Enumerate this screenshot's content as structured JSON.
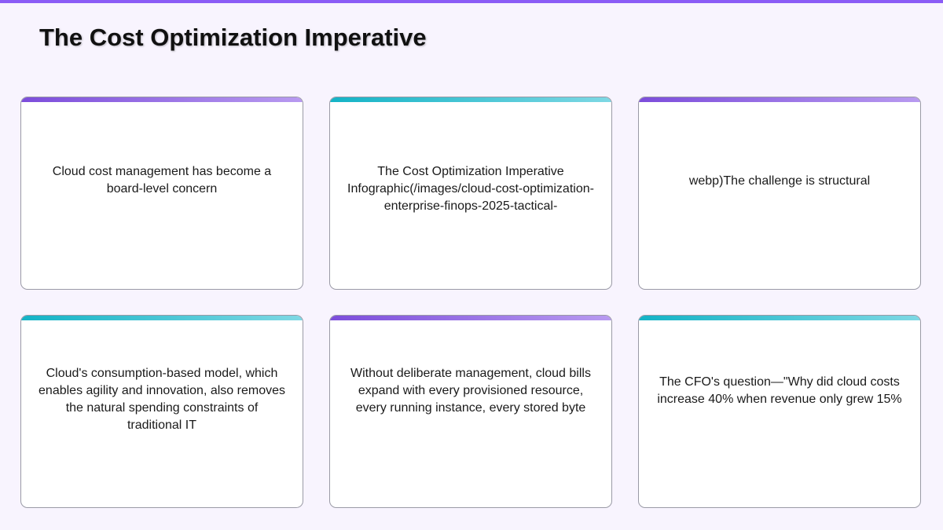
{
  "title": "The Cost Optimization Imperative",
  "colors": {
    "purple": "#8b5cf6",
    "teal": "#14b3c6",
    "background": "#f8f4fe"
  },
  "cards": [
    {
      "text": "Cloud cost management has become a",
      "text2": "board-level concern"
    },
    {
      "text": "The Cost Optimization Imperative",
      "overflow": "Infographic(/images/cloud-cost-optimization-enterprise-finops-2025-tactical-"
    },
    {
      "text": "webp)The challenge is structural"
    },
    {
      "text": "Cloud's consumption-based model, which enables agility and innovation, also removes the natural spending constraints of traditional IT"
    },
    {
      "text": "Without deliberate management, cloud bills expand with every provisioned resource, every running instance, every stored byte"
    },
    {
      "text": "The CFO's question—\"Why did cloud costs increase 40% when revenue only grew 15%"
    }
  ]
}
